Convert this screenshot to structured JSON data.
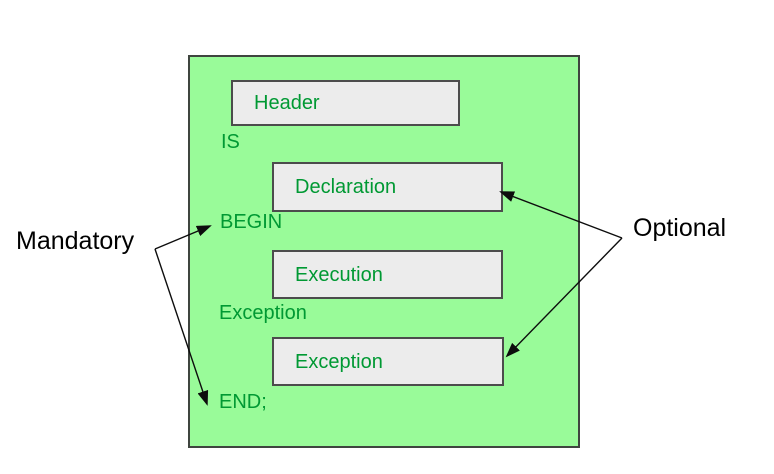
{
  "diagram": {
    "description": "PL/SQL block structure diagram",
    "colors": {
      "canvas_fill": "#99fb99",
      "canvas_border": "#3f453f",
      "box_fill": "#ececec",
      "box_border": "#4c4c4c",
      "keyword_text": "#009933",
      "annotation_text": "#000000",
      "arrow": "#0d0d0d"
    },
    "blocks": [
      {
        "label": "Header"
      },
      {
        "label": "Declaration"
      },
      {
        "label": "Execution"
      },
      {
        "label": "Exception"
      }
    ],
    "keywords": [
      {
        "label": "IS"
      },
      {
        "label": "BEGIN"
      },
      {
        "label": "Exception"
      },
      {
        "label": "END;"
      }
    ],
    "annotations": {
      "mandatory_label": "Mandatory",
      "optional_label": "Optional"
    }
  }
}
